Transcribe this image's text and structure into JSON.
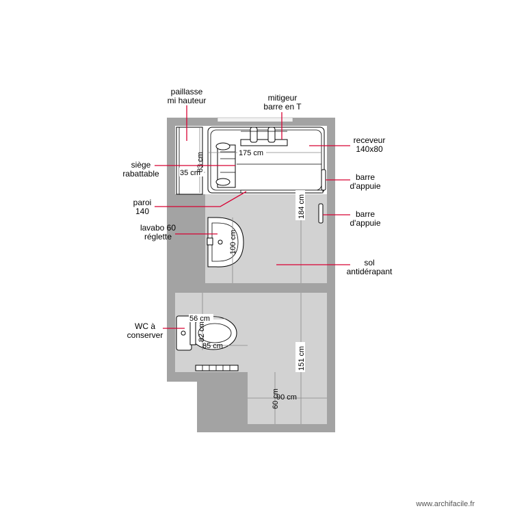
{
  "watermark": "www.archifacile.fr",
  "labels": {
    "paillasse_line1": "paillasse",
    "paillasse_line2": "mi hauteur",
    "mitigeur_line1": "mitigeur",
    "mitigeur_line2": "barre en T",
    "receveur_line1": "receveur",
    "receveur_line2": "140x80",
    "siege_line1": "siège",
    "siege_line2": "rabattable",
    "barre1_line1": "barre",
    "barre1_line2": "d'appuie",
    "barre2_line1": "barre",
    "barre2_line2": "d'appuie",
    "paroi_line1": "paroi",
    "paroi_line2": "140",
    "lavabo_line1": "lavabo 60",
    "lavabo_line2": "réglette",
    "sol_line1": "sol",
    "sol_line2": "antidérapant",
    "wc_line1": "WC à",
    "wc_line2": "conserver"
  },
  "dimensions": {
    "shower_width": "175 cm",
    "seat_width": "35 cm",
    "seat_depth": "83 cm",
    "upper_height": "184 cm",
    "lavabo_height": "100 cm",
    "wc_depth": "56 cm",
    "wc_side": "82 cm",
    "wc_width": "85 cm",
    "lower_height": "151 cm",
    "alcove_width": "90 cm",
    "alcove_height": "60 cm"
  },
  "colors": {
    "wall": "#a3a3a3",
    "floor": "#d2d2d2",
    "leader": "#d80032",
    "fixture": "#ffffff"
  }
}
